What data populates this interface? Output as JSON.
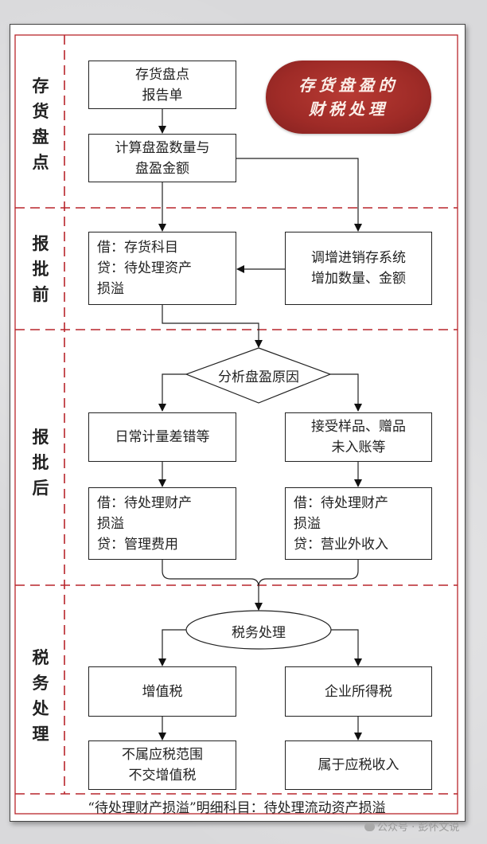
{
  "title": {
    "line1": "存货盘盈的",
    "line2": "财税处理",
    "fill_color": "#9f2b27"
  },
  "lanes": [
    {
      "label": "存货盘点",
      "chars": [
        "存",
        "货",
        "盘",
        "点"
      ]
    },
    {
      "label": "报批前",
      "chars": [
        "报",
        "批",
        "前"
      ]
    },
    {
      "label": "报批后",
      "chars": [
        "报",
        "批",
        "后"
      ]
    },
    {
      "label": "税务处理",
      "chars": [
        "税",
        "务",
        "处",
        "理"
      ]
    }
  ],
  "nodes": {
    "inventory_report": {
      "lines": [
        "存货盘点",
        "报告单"
      ]
    },
    "calc_surplus": {
      "lines": [
        "计算盘盈数量与",
        "盘盈金额"
      ]
    },
    "entry_before": {
      "lines": [
        "借：存货科目",
        "贷：待处理资产",
        "损溢"
      ]
    },
    "adjust_system": {
      "lines": [
        "调增进销存系统",
        "增加数量、金额"
      ]
    },
    "analyze_reason": {
      "text": "分析盘盈原因",
      "shape": "diamond"
    },
    "daily_error": {
      "lines": [
        "日常计量差错等"
      ]
    },
    "samples_gifts": {
      "lines": [
        "接受样品、赠品",
        "未入账等"
      ]
    },
    "entry_after_left": {
      "lines": [
        "借：待处理财产",
        "损溢",
        "贷：管理费用"
      ]
    },
    "entry_after_right": {
      "lines": [
        "借：待处理财产",
        "损溢",
        "贷：营业外收入"
      ]
    },
    "tax_treatment": {
      "text": "税务处理",
      "shape": "ellipse"
    },
    "vat": {
      "lines": [
        "增值税"
      ]
    },
    "cit": {
      "lines": [
        "企业所得税"
      ]
    },
    "vat_result": {
      "lines": [
        "不属应税范围",
        "不交增值税"
      ]
    },
    "cit_result": {
      "lines": [
        "属于应税收入"
      ]
    }
  },
  "footer_note": "“待处理财产损溢”明细科目：待处理流动资产损溢",
  "watermark": "公众号 · 彭怀文说",
  "colors": {
    "border_red": "#b8252b",
    "dash_red": "#b8252b",
    "line": "#222222"
  }
}
